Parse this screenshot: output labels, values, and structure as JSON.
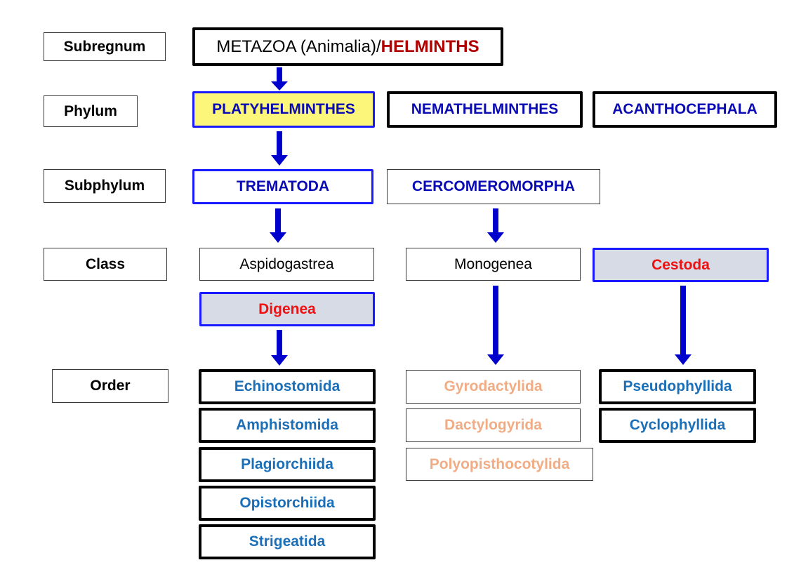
{
  "colors": {
    "arrow": "#0000cc",
    "phylum_text": "#0a0ab4",
    "red_highlight": "#b00000",
    "class_red": "#ee1111",
    "order_blue": "#1a6fb8",
    "order_peach": "#f1ac84",
    "yellow_fill": "#fcf77a",
    "grey_fill": "#d7dbe5"
  },
  "rank_labels": [
    "Subregnum",
    "Phylum",
    "Subphylum",
    "Class",
    "Order"
  ],
  "subregnum": {
    "main": "METAZOA (Animalia)/",
    "highlight": "HELMINTHS"
  },
  "phyla": [
    "PLATYHELMINTHES",
    "NEMATHELMINTHES",
    "ACANTHOCEPHALA"
  ],
  "subphyla": [
    "TREMATODA",
    "CERCOMEROMORPHA"
  ],
  "classes": [
    "Aspidogastrea",
    "Digenea",
    "Monogenea",
    "Cestoda"
  ],
  "orders": {
    "digenea": [
      "Echinostomida",
      "Amphistomida",
      "Plagiorchiida",
      "Opistorchiida",
      "Strigeatida"
    ],
    "monogenea": [
      "Gyrodactylida",
      "Dactylogyrida",
      "Polyopisthocotylida"
    ],
    "cestoda": [
      "Pseudophyllida",
      "Cyclophyllida"
    ]
  }
}
